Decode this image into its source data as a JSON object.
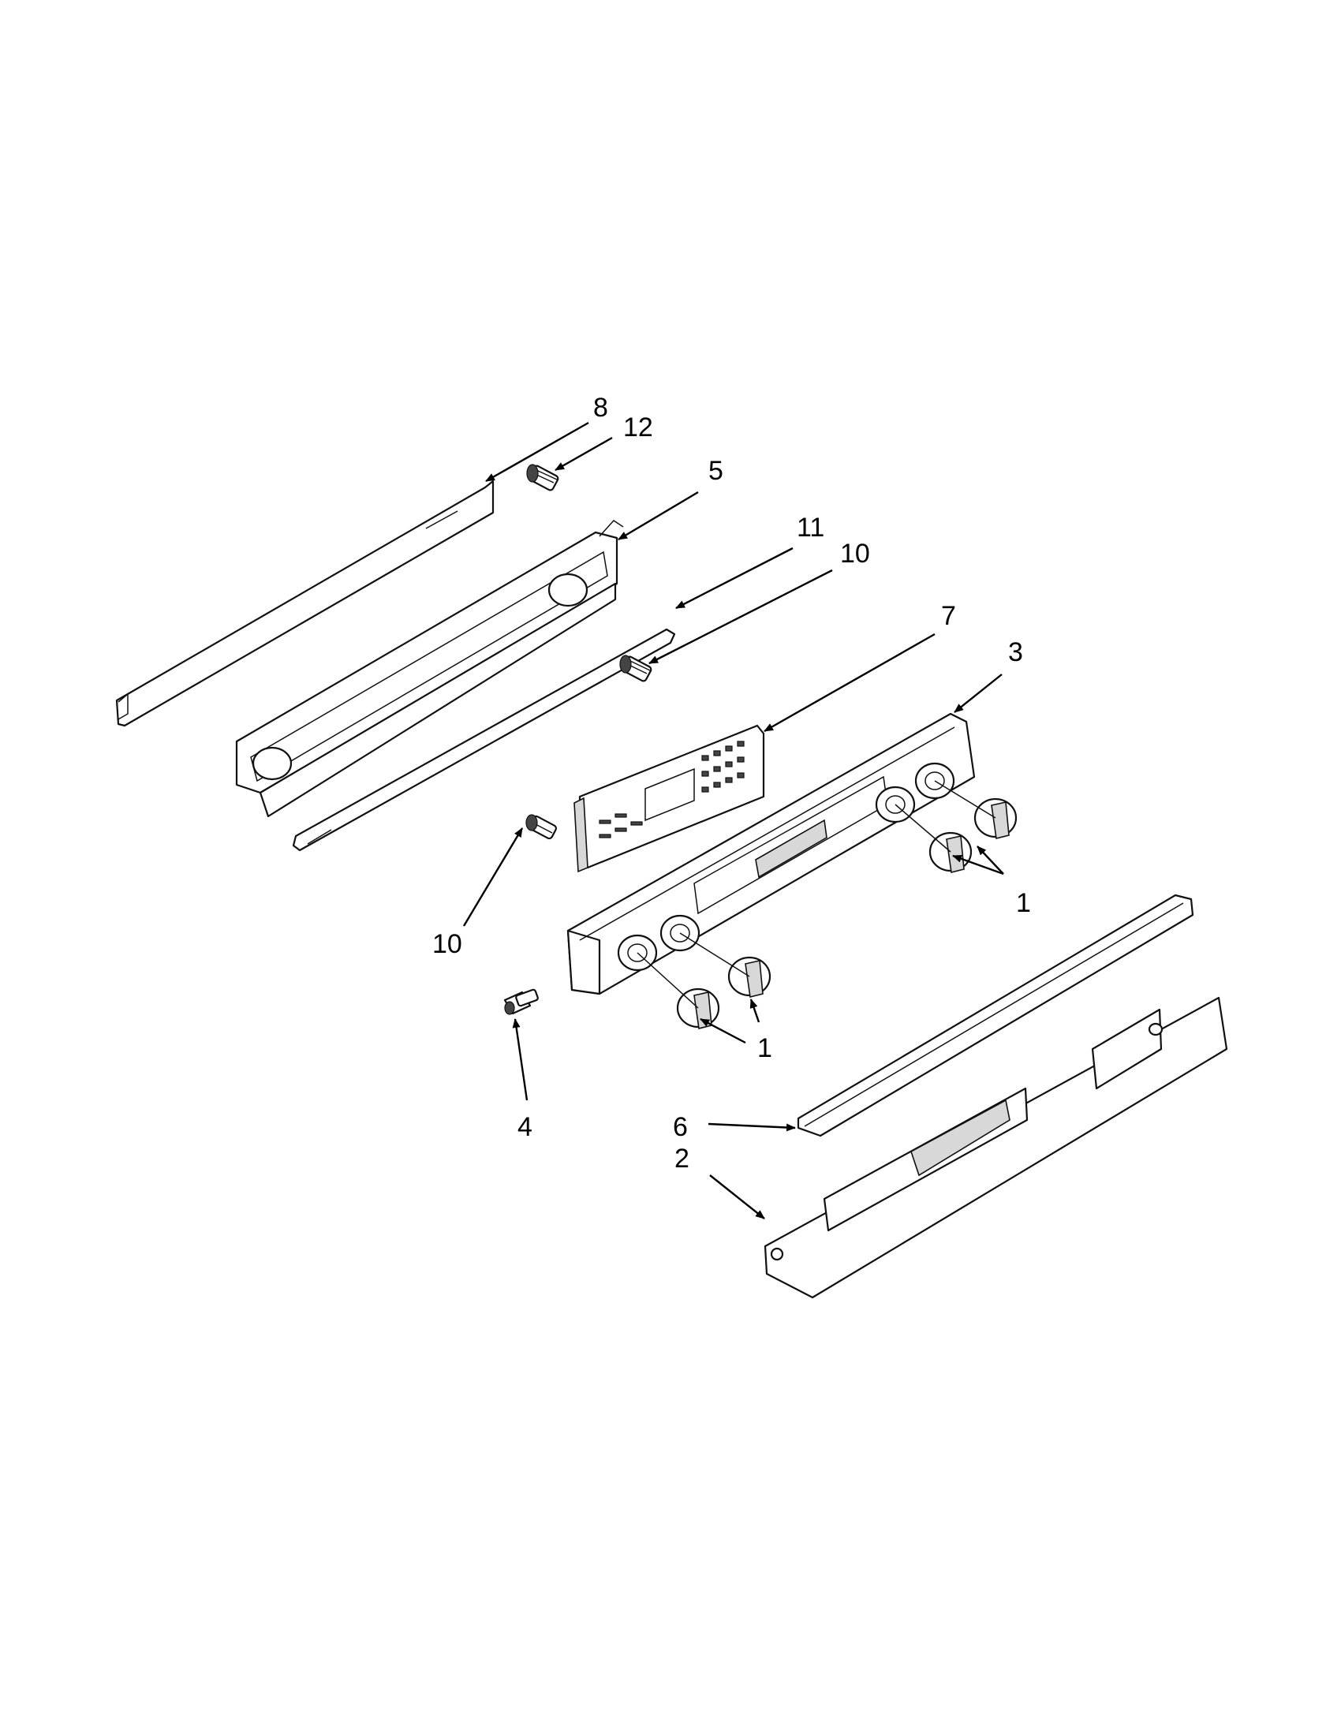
{
  "callouts": [
    {
      "id": "c8",
      "text": "8"
    },
    {
      "id": "c12",
      "text": "12"
    },
    {
      "id": "c5",
      "text": "5"
    },
    {
      "id": "c11",
      "text": "11"
    },
    {
      "id": "c10a",
      "text": "10"
    },
    {
      "id": "c7",
      "text": "7"
    },
    {
      "id": "c3",
      "text": "3"
    },
    {
      "id": "c1a",
      "text": "1"
    },
    {
      "id": "c10b",
      "text": "10"
    },
    {
      "id": "c1b",
      "text": "1"
    },
    {
      "id": "c4",
      "text": "4"
    },
    {
      "id": "c6",
      "text": "6"
    },
    {
      "id": "c2",
      "text": "2"
    }
  ]
}
